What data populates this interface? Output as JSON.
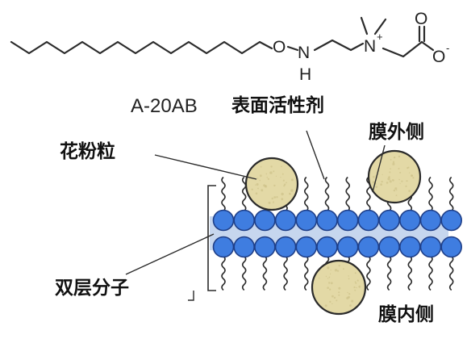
{
  "molecule": {
    "atoms": {
      "oxygen_ether": "O",
      "nitrogen_amine": "N",
      "hydrogen_amine": "H",
      "nitrogen_quaternary": "N",
      "charge_plus": "+",
      "oxygen_carbonyl": "O",
      "oxygen_anion": "O",
      "charge_minus": "-"
    }
  },
  "labels": {
    "compound": "A-20AB",
    "surfactant": "表面活性剂",
    "outer_side": "膜外侧",
    "pollen": "花粉粒",
    "bilayer": "双层分子",
    "inner_side": "膜内侧"
  },
  "colors": {
    "headgroup_fill": "#3f7de0",
    "headgroup_stroke": "#1f3f88",
    "membrane_band": "#c6d6ee",
    "pollen_fill": "#e3d9a6",
    "pollen_stroke": "#2a2a2a",
    "line": "#2b2b2b"
  },
  "structure": {
    "headgroups_per_leaflet": 12,
    "pollen_grains": 3
  }
}
